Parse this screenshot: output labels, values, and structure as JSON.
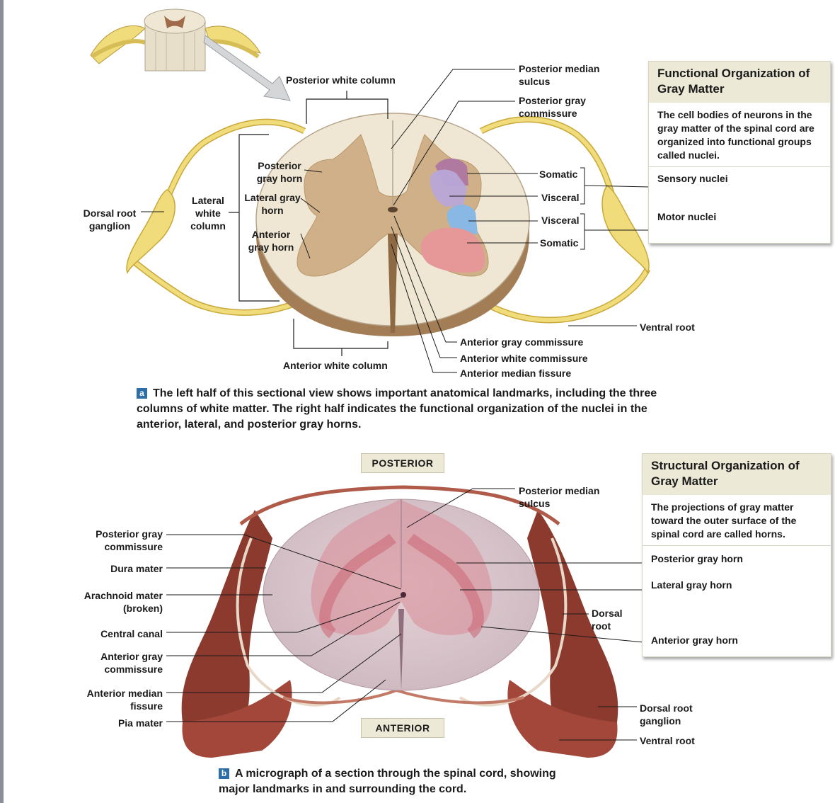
{
  "panel_a": {
    "caption_tag": "a",
    "caption": "The left half of this sectional view shows important anatomical landmarks, including the three columns of white matter. The right half indicates the functional organization of the nuclei in the anterior, lateral, and posterior gray horns.",
    "labels": {
      "posterior_white_column": "Posterior white column",
      "posterior_median_sulcus": "Posterior median sulcus",
      "posterior_gray_commissure": "Posterior gray commissure",
      "posterior_gray_horn": "Posterior gray horn",
      "lateral_gray_horn": "Lateral gray horn",
      "anterior_gray_horn": "Anterior gray horn",
      "lateral_white_column": "Lateral white column",
      "dorsal_root_ganglion": "Dorsal root ganglion",
      "somatic_sensory": "Somatic",
      "visceral_sensory": "Visceral",
      "visceral_motor": "Visceral",
      "somatic_motor": "Somatic",
      "ventral_root": "Ventral root",
      "anterior_gray_commissure": "Anterior gray commissure",
      "anterior_white_commissure": "Anterior white commissure",
      "anterior_median_fissure": "Anterior median fissure",
      "anterior_white_column": "Anterior white column"
    },
    "box": {
      "title": "Functional Organization of Gray Matter",
      "body": "The cell bodies of neurons in the gray matter of the spinal cord are organized into functional groups called nuclei.",
      "sensory": "Sensory nuclei",
      "motor": "Motor nuclei"
    }
  },
  "panel_b": {
    "caption_tag": "b",
    "caption": "A micrograph of a section through the spinal cord, showing major landmarks in and surrounding the cord.",
    "posterior": "POSTERIOR",
    "anterior": "ANTERIOR",
    "labels": {
      "posterior_median_sulcus": "Posterior median sulcus",
      "posterior_gray_commissure": "Posterior gray commissure",
      "dura_mater": "Dura mater",
      "arachnoid_mater": "Arachnoid mater (broken)",
      "central_canal": "Central canal",
      "anterior_gray_commissure": "Anterior gray commissure",
      "anterior_median_fissure": "Anterior median fissure",
      "pia_mater": "Pia mater",
      "dorsal_root": "Dorsal root",
      "dorsal_root_ganglion": "Dorsal root ganglion",
      "ventral_root": "Ventral root"
    },
    "box": {
      "title": "Structural Organization of Gray Matter",
      "body": "The projections of gray matter toward the outer surface of the spinal cord are called horns.",
      "posterior_horn": "Posterior gray horn",
      "lateral_horn": "Lateral gray horn",
      "anterior_horn": "Anterior gray horn"
    }
  },
  "colors": {
    "white_matter": "#efe6d3",
    "gray_matter": "#cfb088",
    "nerve_yellow": "#f0dc7a",
    "somatic_sensory": "#b07aa0",
    "visceral_sensory": "#b8a6d8",
    "visceral_motor": "#8ab8e4",
    "somatic_motor": "#e69898",
    "stain_pink": "#d98a96",
    "tissue_red": "#8c3a2e"
  }
}
